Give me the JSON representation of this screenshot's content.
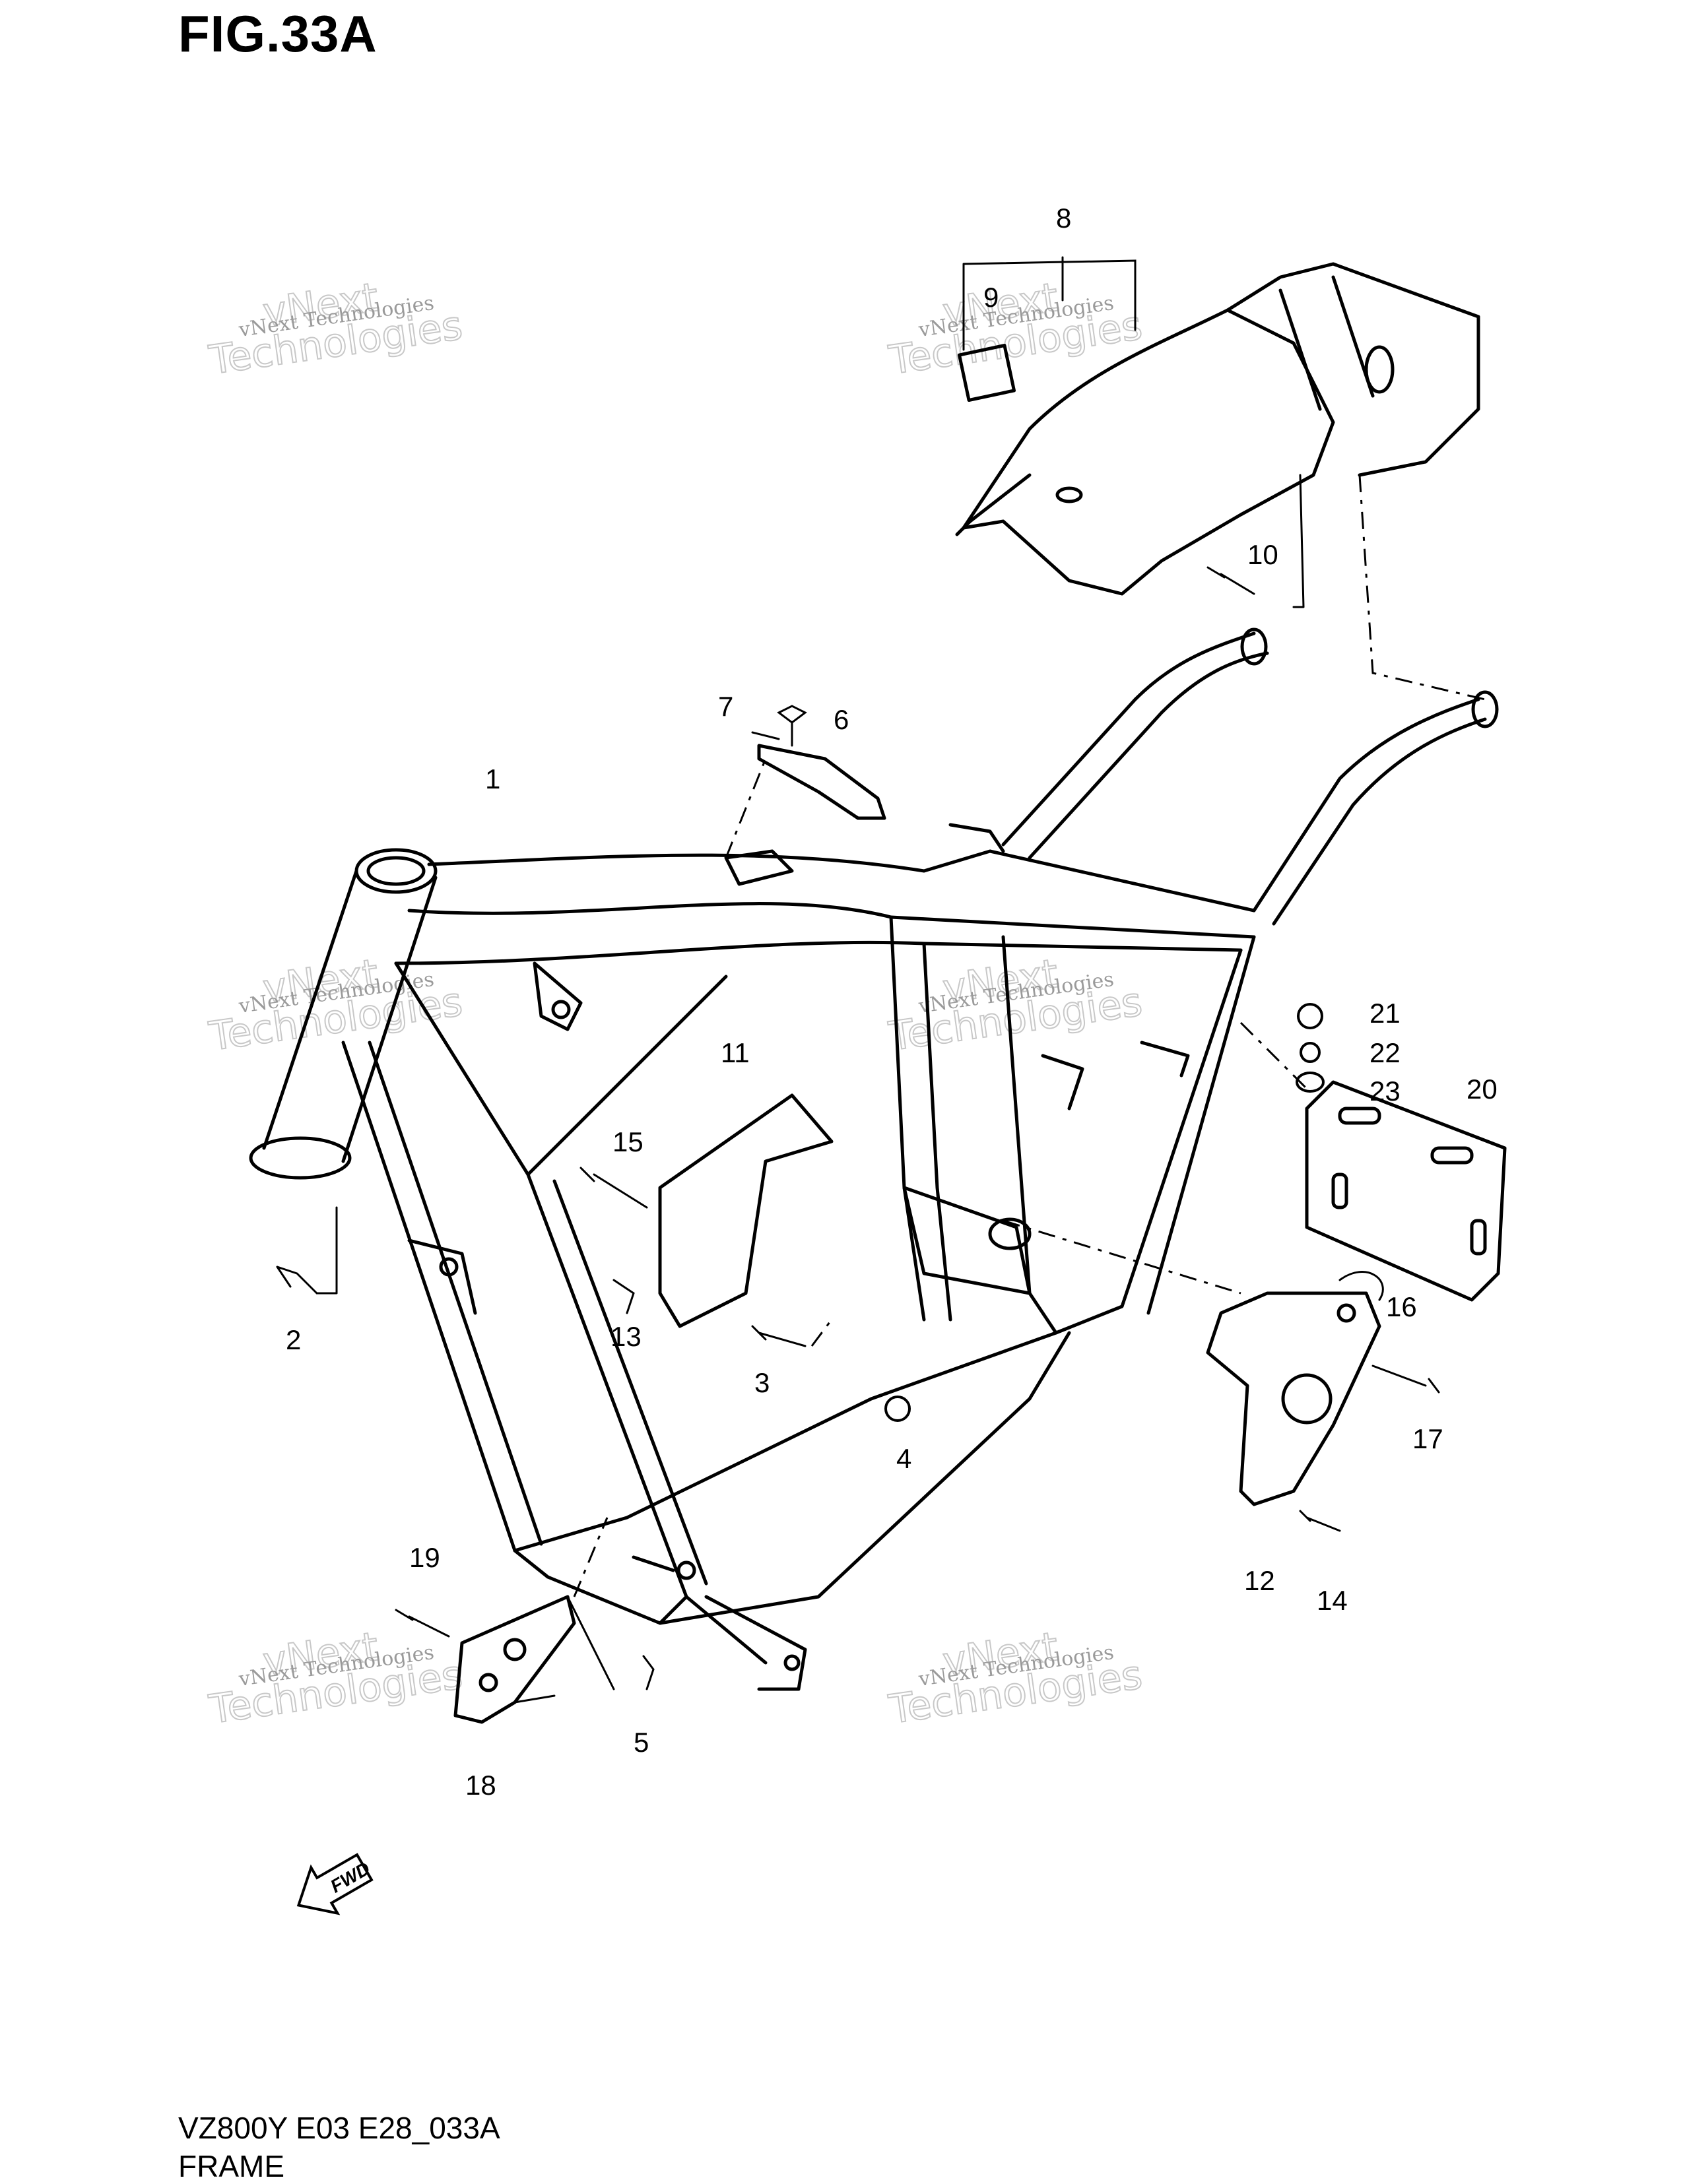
{
  "figure": {
    "title": "FIG.33A",
    "code": "VZ800Y E03 E28_033A",
    "name": "FRAME"
  },
  "part_labels": [
    "1",
    "2",
    "3",
    "4",
    "5",
    "6",
    "7",
    "8",
    "9",
    "10",
    "11",
    "12",
    "13",
    "14",
    "15",
    "16",
    "17",
    "18",
    "19",
    "20",
    "21",
    "22",
    "23"
  ],
  "watermark": {
    "small_text": "vNext Technologies",
    "large_line1": "vNext",
    "large_line2": "Technologies",
    "color": "#c8c8c8"
  },
  "fwd_arrow": {
    "label": "FWD",
    "icon": "fwd-arrow-icon"
  }
}
